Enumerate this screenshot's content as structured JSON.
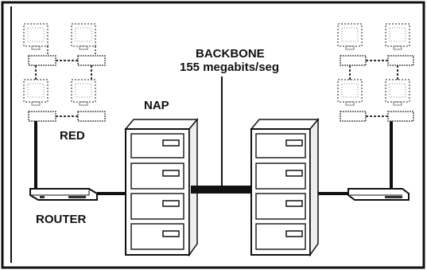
{
  "labels": {
    "backbone_title": "BACKBONE",
    "backbone_speed": "155 megabits/seg",
    "nap": "NAP",
    "red": "RED",
    "router": "ROUTER"
  },
  "icons": {
    "computer": "computer-icon",
    "router": "router-icon",
    "server_cabinet": "server-cabinet-icon"
  },
  "colors": {
    "line": "#111111",
    "dotted": "#555555",
    "fill": "#ffffff"
  }
}
